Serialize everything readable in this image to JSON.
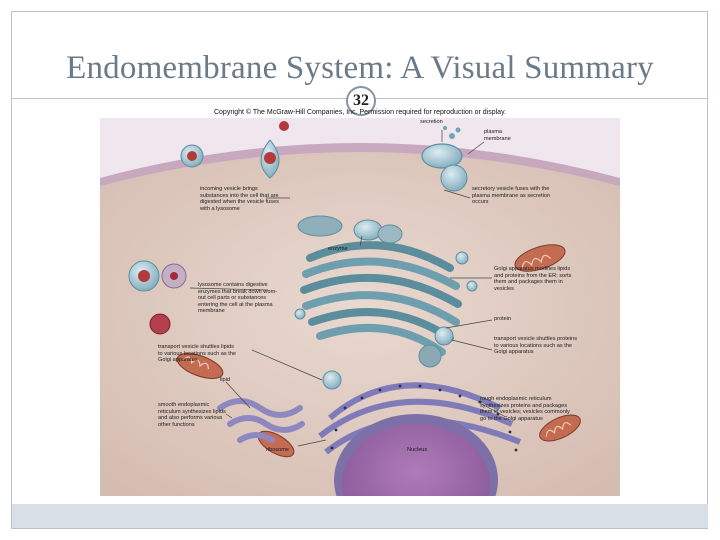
{
  "slide": {
    "title": "Endomembrane System: A Visual Summary",
    "slide_number": "32",
    "copyright": "Copyright © The McGraw-Hill Companies, Inc. Permission required for reproduction or display."
  },
  "labels": {
    "secretion": "secretion",
    "plasma_membrane": "plasma membrane",
    "incoming_vesicle": "incoming vesicle brings substances into the cell that are digested when the vesicle fuses with a lysosome",
    "secretory_vesicle": "secretory vesicle fuses with the plasma membrane as secretion occurs",
    "enzyme": "enzyme",
    "golgi": "Golgi apparatus modifies lipids and proteins from the ER; sorts them and packages them in vesicles",
    "lysosome": "lysosome contains digestive enzymes that break down worn-out cell parts or substances entering the cell at the plasma membrane",
    "protein": "protein",
    "transport_vesicle_lipids": "transport vesicle shuttles lipids to various locations such as the Golgi apparatus",
    "transport_vesicle_proteins": "transport vesicle shuttles proteins to various locations such as the Golgi apparatus",
    "lipid": "lipid",
    "smooth_er": "smooth endoplasmic reticulum synthesizes lipids and also performs various other functions",
    "rough_er": "rough endoplasmic reticulum synthesizes proteins and packages them in vesicles; vesicles commonly go to the Golgi apparatus",
    "ribosome": "ribosome",
    "nucleus": "Nucleus"
  },
  "colors": {
    "title": "#6b7a88",
    "cytoplasm": "#dcc7bd",
    "membrane": "#c39eb4",
    "nucleus": "#9a6aa6",
    "golgi": "#6f9fae",
    "vesicle": "#8eb7c7",
    "mitochondria": "#b35d45",
    "lysosome": "#a62a3c"
  }
}
